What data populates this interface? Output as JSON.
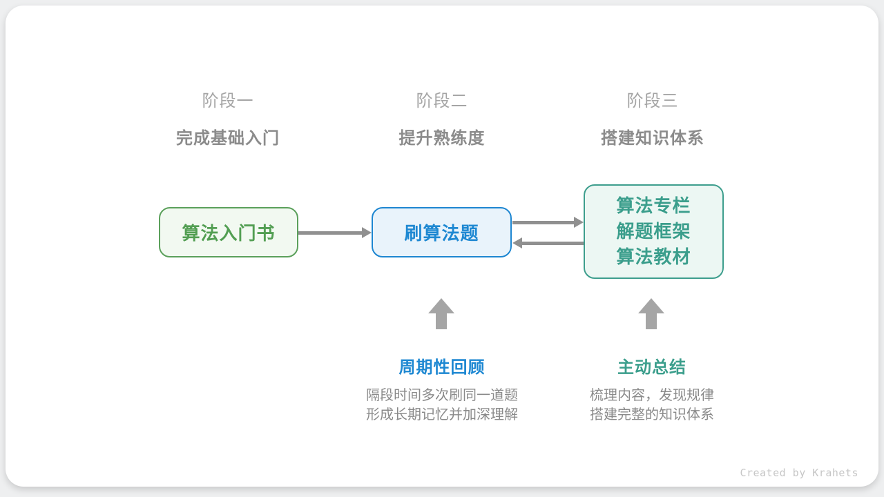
{
  "stages": [
    {
      "label": "阶段一",
      "subtitle": "完成基础入门"
    },
    {
      "label": "阶段二",
      "subtitle": "提升熟练度"
    },
    {
      "label": "阶段三",
      "subtitle": "搭建知识体系"
    }
  ],
  "boxes": [
    {
      "text": "算法入门书"
    },
    {
      "text": "刷算法题"
    },
    {
      "lines": [
        "算法专栏",
        "解题框架",
        "算法教材"
      ]
    }
  ],
  "flow_arrows": [
    {
      "from": "算法入门书",
      "to": "刷算法题",
      "direction": "right"
    },
    {
      "from": "刷算法题",
      "to": "算法专栏/解题框架/算法教材",
      "direction": "right"
    },
    {
      "from": "算法专栏/解题框架/算法教材",
      "to": "刷算法题",
      "direction": "left"
    }
  ],
  "annotations": [
    {
      "target": "刷算法题",
      "title": "周期性回顾",
      "desc_line1": "隔段时间多次刷同一道题",
      "desc_line2": "形成长期记忆并加深理解"
    },
    {
      "target": "算法专栏/解题框架/算法教材",
      "title": "主动总结",
      "desc_line1": "梳理内容，发现规律",
      "desc_line2": "搭建完整的知识体系"
    }
  ],
  "credit": {
    "text": "Created by Krahets"
  },
  "colors": {
    "green_border": "#5ba05b",
    "green_fill": "#f2f9f1",
    "green_text": "#529e52",
    "blue_border": "#1d86d1",
    "blue_fill": "#e9f3fb",
    "blue_text": "#1e88d2",
    "teal_border": "#3d9e8d",
    "teal_fill": "#ecf7f3",
    "teal_text": "#3b9e8c",
    "arrow_gray": "#909090",
    "up_arrow_gray": "#a5a5a5",
    "stage_label_gray": "#a5a5a5",
    "stage_subtitle_gray": "#8b8b8b",
    "desc_gray": "#8a8a8a",
    "credit_gray": "#c6c6c6",
    "page_background": "#eeeff0",
    "card_background": "#ffffff"
  }
}
